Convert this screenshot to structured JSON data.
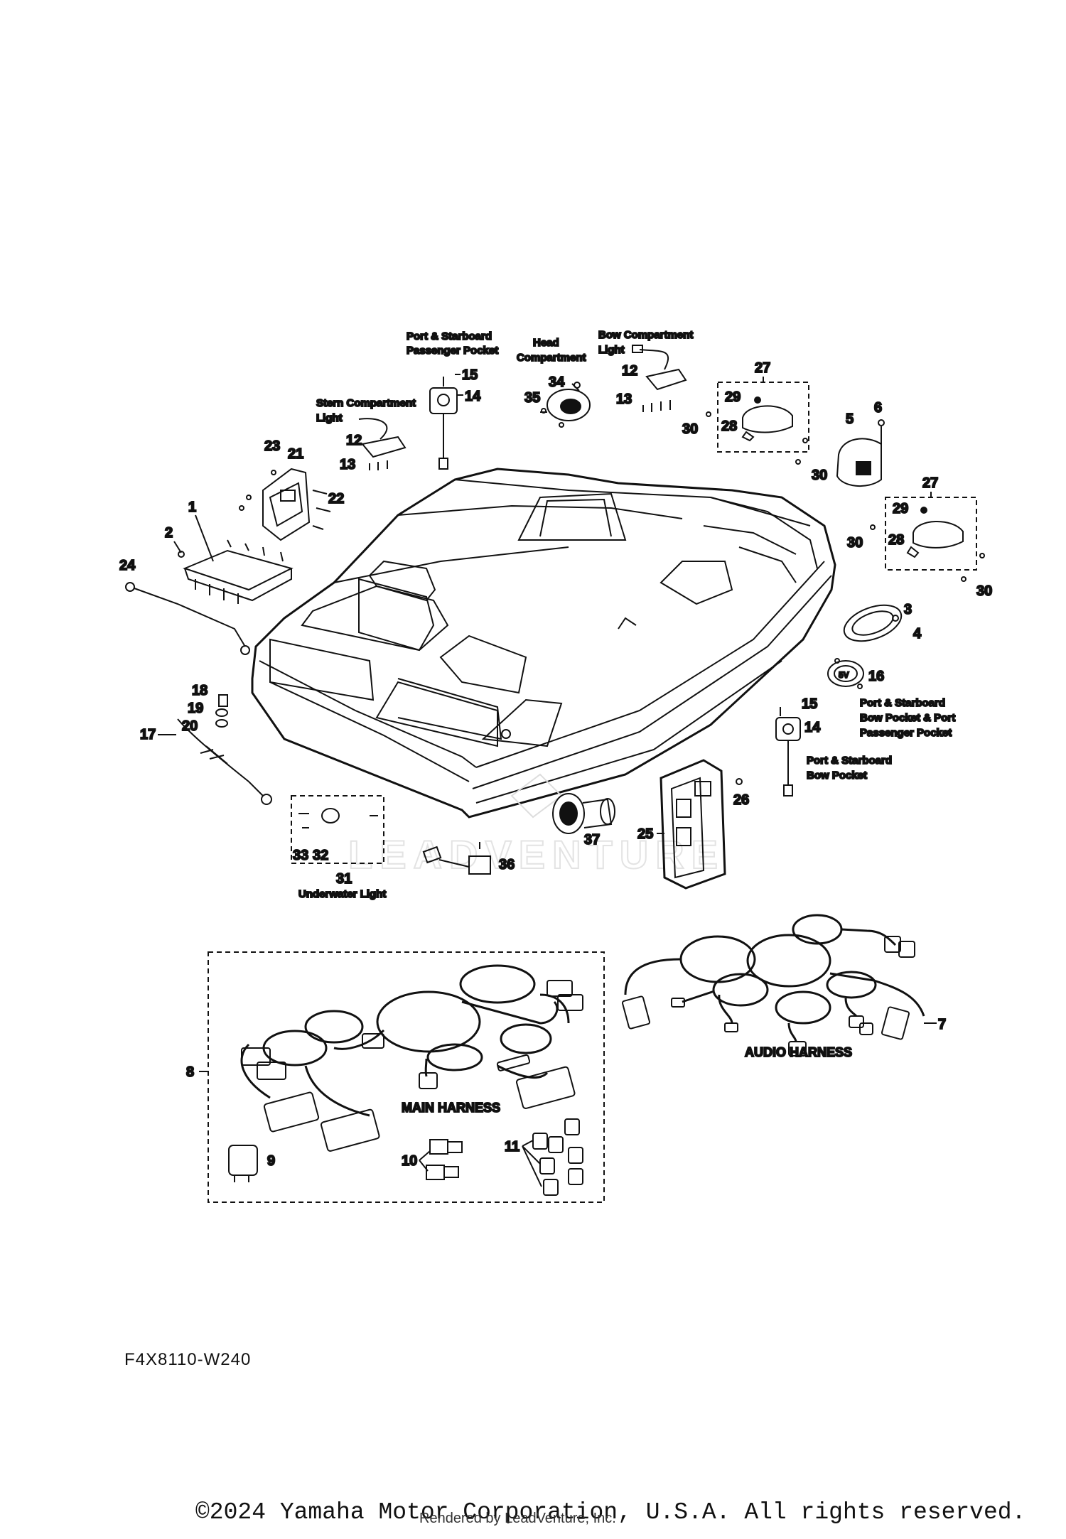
{
  "diagram": {
    "code": "F4X8110-W240",
    "copyright": "©2024 Yamaha Motor Corporation, U.S.A. All rights reserved.",
    "rendered_by": "Rendered by LeadVenture, Inc.",
    "watermark": "LEADVENTURE",
    "captions": {
      "port_starboard_passenger_pocket_1": "Port & Starboard",
      "port_starboard_passenger_pocket_2": "Passenger Pocket",
      "head_compartment_1": "Head",
      "head_compartment_2": "Compartment",
      "bow_compartment_light_1": "Bow Compartment",
      "bow_compartment_light_2": "Light",
      "stern_compartment_light_1": "Stern Compartment",
      "stern_compartment_light_2": "Light",
      "bow_pocket_port_pocket_1": "Port & Starboard",
      "bow_pocket_port_pocket_2": "Bow Pocket & Port",
      "bow_pocket_port_pocket_3": "Passenger Pocket",
      "bow_pocket_1": "Port & Starboard",
      "bow_pocket_2": "Bow Pocket",
      "underwater_light": "Underwater Light",
      "main_harness": "MAIN HARNESS",
      "audio_harness": "AUDIO HARNESS"
    },
    "callouts": {
      "n1": "1",
      "n2": "2",
      "n3": "3",
      "n4": "4",
      "n5": "5",
      "n6": "6",
      "n7": "7",
      "n8": "8",
      "n9": "9",
      "n10": "10",
      "n11": "11",
      "n12a": "12",
      "n12b": "12",
      "n13a": "13",
      "n13b": "13",
      "n14a": "14",
      "n14b": "14",
      "n15a": "15",
      "n15b": "15",
      "n16": "16",
      "n17": "17",
      "n18": "18",
      "n19": "19",
      "n20": "20",
      "n21": "21",
      "n22": "22",
      "n23": "23",
      "n24": "24",
      "n25": "25",
      "n26": "26",
      "n27a": "27",
      "n27b": "27",
      "n28a": "28",
      "n28b": "28",
      "n29a": "29",
      "n29b": "29",
      "n30a": "30",
      "n30b": "30",
      "n30c": "30",
      "n30d": "30",
      "n31": "31",
      "n32": "32",
      "n33": "33",
      "n34": "34",
      "n35": "35",
      "n36": "36",
      "n37": "37",
      "usb_5v": "5V"
    }
  }
}
